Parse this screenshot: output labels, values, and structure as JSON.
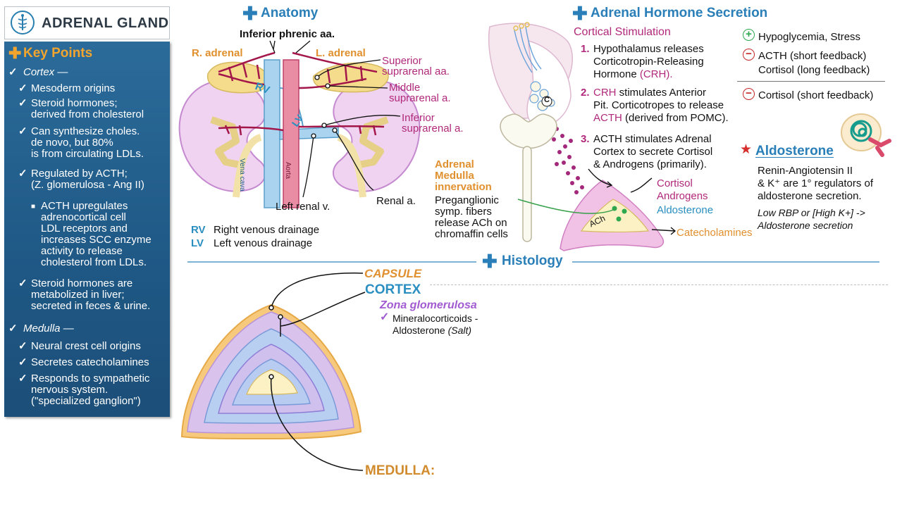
{
  "title": "ADRENAL GLAND",
  "key_points": {
    "header": "Key Points",
    "cortex_label": "Cortex —",
    "cortex_items": [
      [
        "Mesoderm origins"
      ],
      [
        "Steroid hormones;",
        "derived from cholesterol"
      ],
      [
        "Can synthesize choles.",
        "de novo, but 80%",
        "is from circulating LDLs."
      ],
      [
        "Regulated by ACTH;",
        "(Z. glomerulosa - Ang II)"
      ]
    ],
    "acth_sub": [
      "ACTH upregulates",
      "adrenocortical cell",
      "LDL receptors and",
      "increases SCC enzyme",
      "activity to release",
      "cholesterol from LDLs."
    ],
    "cortex_last": [
      "Steroid hormones are",
      "metabolized in liver;",
      "secreted in feces & urine."
    ],
    "medulla_label": "Medulla —",
    "medulla_items": [
      [
        "Neural crest cell origins"
      ],
      [
        "Secretes catecholamines"
      ],
      [
        "Responds to sympathetic",
        "nervous system.",
        "(\"specialized ganglion\")"
      ]
    ]
  },
  "anatomy": {
    "header": "Anatomy",
    "inferior_phrenic": "Inferior phrenic aa.",
    "r_adrenal": "R. adrenal",
    "l_adrenal": "L. adrenal",
    "superior": [
      "Superior",
      "suprarenal aa."
    ],
    "middle": [
      "Middle",
      "suprarenal a."
    ],
    "inferior": [
      "Inferior",
      "suprarenal a."
    ],
    "rv": "RV",
    "lv": "LV",
    "vena_cava": "Vena cava",
    "aorta": "Aorta",
    "left_renal_v": "Left renal v.",
    "renal_a": "Renal a.",
    "legend": [
      {
        "abbr": "RV",
        "text": "Right venous drainage"
      },
      {
        "abbr": "LV",
        "text": "Left venous drainage"
      }
    ]
  },
  "secretion": {
    "header": "Adrenal Hormone Secretion",
    "cortical_stim": "Cortical Stimulation",
    "step1": {
      "num": "1.",
      "lines": [
        "Hypothalamus releases",
        "Corticotropin-Releasing"
      ],
      "line3a": "Hormone ",
      "line3b": "(CRH)."
    },
    "step2": {
      "num": "2.",
      "l1a": "CRH",
      "l1b": " stimulates Anterior",
      "l2": "Pit. Corticotropes to release",
      "l3a": "ACTH",
      "l3b": " (derived from POMC)."
    },
    "step3": {
      "num": "3.",
      "lines": [
        "ACTH stimulates Adrenal",
        "Cortex to secrete Cortisol",
        "& Androgens (primarily)."
      ]
    },
    "hypoglycemia": "Hypoglycemia, Stress",
    "acth_feedback": "ACTH (short feedback)",
    "cortisol_long": "Cortisol (long feedback)",
    "cortisol_short": "Cortisol (short feedback)",
    "c_label": "C",
    "outputs": [
      "Cortisol",
      "Androgens",
      "Aldosterone"
    ],
    "ach": "ACh",
    "catecholamines": "Catecholamines",
    "medulla_innervation": [
      "Adrenal",
      "Medulla",
      "innervation"
    ],
    "preganglionic": [
      "Preganglionic",
      "symp. fibers",
      "release ACh on",
      "chromaffin cells"
    ],
    "aldosterone": {
      "title": "Aldosterone",
      "l1": "Renin-Angiotensin II",
      "l2": "& K⁺ are 1° regulators of",
      "l3": "aldosterone secretion.",
      "l4": "Low RBP or [High K+] ->",
      "l5": "Aldosterone secretion"
    }
  },
  "histology": {
    "header": "Histology",
    "capsule": "CAPSULE",
    "cortex": "CORTEX",
    "zona": "Zona glomerulosa",
    "mineralo": "Mineralocorticoids -",
    "aldosterone_a": "Aldosterone ",
    "aldosterone_b": "(Salt)",
    "medulla": "MEDULLA:"
  },
  "colors": {
    "sidebar": "#1f5885",
    "orange": "#e0902e",
    "blue_header": "#2a7fb8",
    "magenta": "#b0297a",
    "purple": "#a25bd0",
    "teal": "#2a8fc0"
  }
}
